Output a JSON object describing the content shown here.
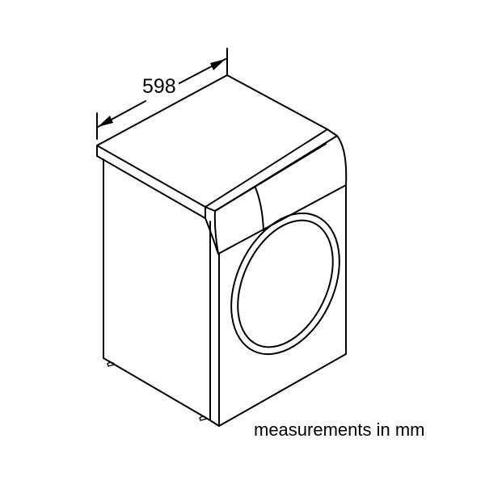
{
  "diagram": {
    "subject": "washing machine isometric outline",
    "dimension": {
      "label": "598",
      "measures": "width"
    },
    "caption": "measurements in mm",
    "colors": {
      "line": "#000000",
      "background": "#ffffff"
    }
  }
}
